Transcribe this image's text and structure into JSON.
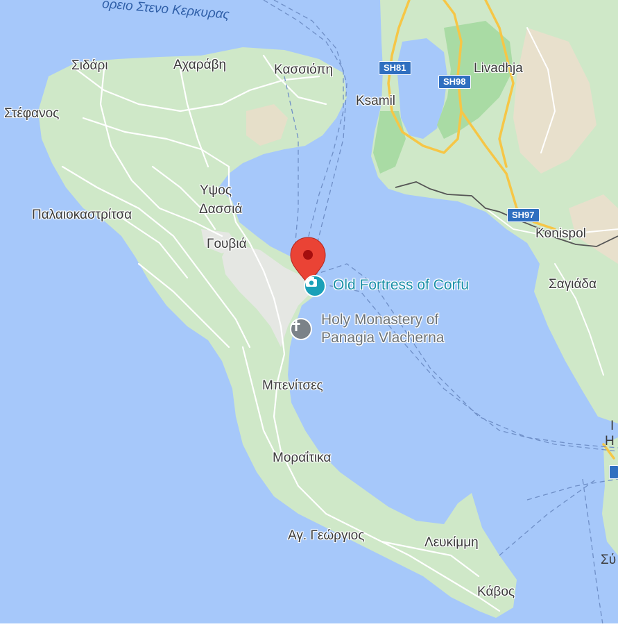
{
  "map": {
    "colors": {
      "water": "#a6c8fa",
      "land": "#cfe8c8",
      "park": "#a9dba4",
      "urban": "#e5e7e3",
      "road": "#ffffff",
      "highway": "#f6c646",
      "border": "#555555",
      "ferry": "#6f8fc7",
      "marker": "#ea4335"
    },
    "sea_label": "ορειο Στενο Κερκυρας",
    "places": [
      {
        "id": "sidari",
        "label": "Σιδάρι"
      },
      {
        "id": "acharavi",
        "label": "Αχαράβη"
      },
      {
        "id": "kassiopi",
        "label": "Κασσιόπη"
      },
      {
        "id": "stefanos",
        "label": "Στέφανος"
      },
      {
        "id": "ypsos",
        "label": "Υψος"
      },
      {
        "id": "dassia",
        "label": "Δασσιά"
      },
      {
        "id": "palaiokastritsa",
        "label": "Παλαιοκαστρίτσα"
      },
      {
        "id": "gouvia",
        "label": "Γουβιά"
      },
      {
        "id": "benitses",
        "label": "Μπενίτσες"
      },
      {
        "id": "moraitika",
        "label": "Μοραΐτικα"
      },
      {
        "id": "ag-georgios",
        "label": "Αγ. Γεώργιος"
      },
      {
        "id": "lefkimmi",
        "label": "Λευκίμμη"
      },
      {
        "id": "kavos",
        "label": "Κάβος"
      },
      {
        "id": "ksamil",
        "label": "Ksamil"
      },
      {
        "id": "livadhja",
        "label": "Livadhja"
      },
      {
        "id": "konispol",
        "label": "Konispol"
      },
      {
        "id": "sagiada",
        "label": "Σαγιάδα"
      }
    ],
    "road_shields": [
      {
        "id": "sh81",
        "label": "SH81"
      },
      {
        "id": "sh98",
        "label": "SH98"
      },
      {
        "id": "sh97",
        "label": "SH97"
      }
    ],
    "pois": [
      {
        "id": "old-fortress",
        "label": "Old Fortress of Corfu",
        "icon": "camera-icon"
      },
      {
        "id": "monastery",
        "label_lines": [
          "Holy Monastery of",
          "Panagia Vlacherna"
        ],
        "icon": "cross-icon"
      }
    ],
    "edge_fragments": [
      {
        "id": "edge-1",
        "label": "Η"
      },
      {
        "id": "edge-2",
        "label": "I"
      },
      {
        "id": "edge-3",
        "label": "Σύ"
      }
    ],
    "marker": {
      "icon": "location-pin-icon"
    }
  }
}
